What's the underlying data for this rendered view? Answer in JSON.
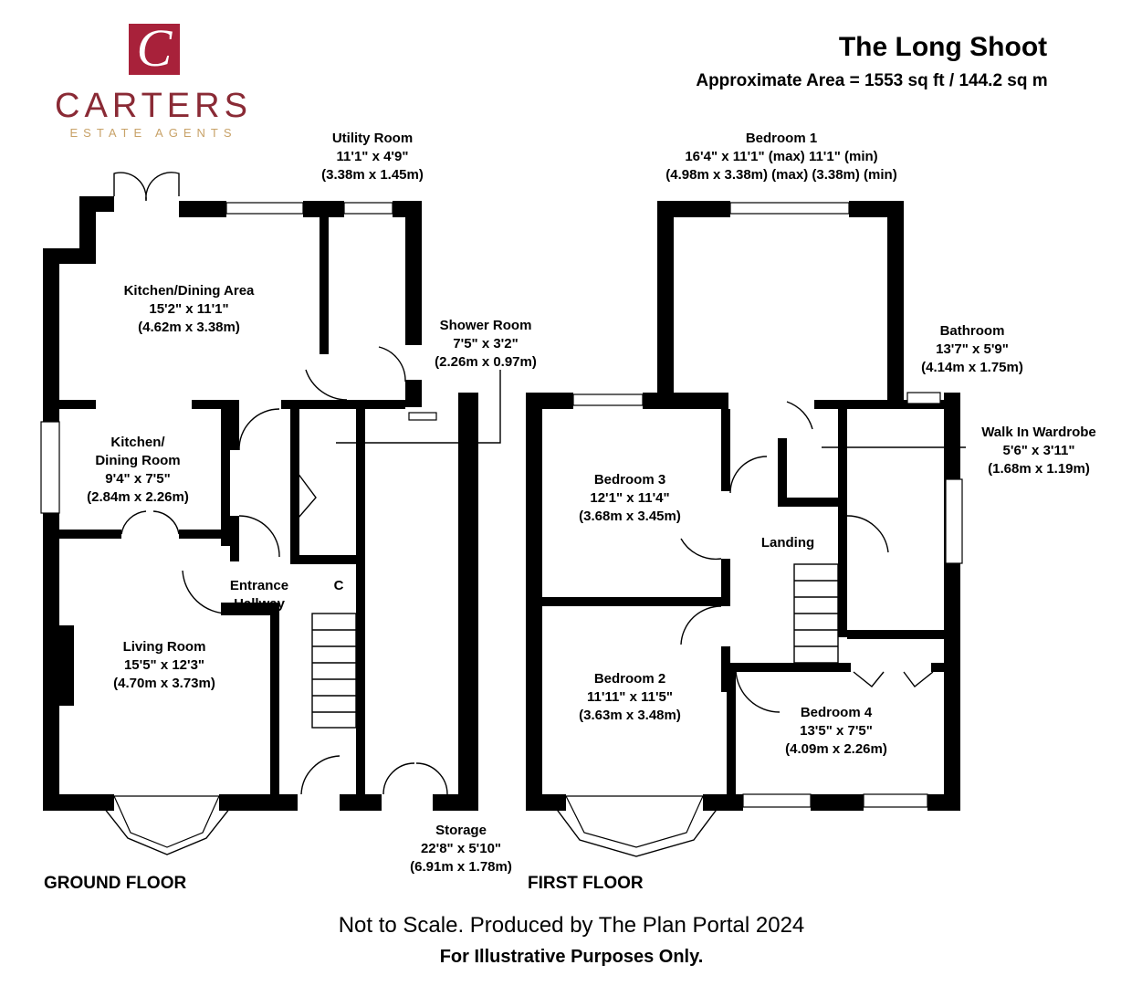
{
  "brand": {
    "logo_letter": "C",
    "name": "CARTERS",
    "tagline": "ESTATE AGENTS",
    "colors": {
      "logo_red": "#a8213a",
      "name": "#8a2a35",
      "tagline": "#c8a268"
    }
  },
  "header": {
    "title": "The Long Shoot",
    "area": "Approximate Area = 1553 sq ft / 144.2 sq m"
  },
  "ground_floor": {
    "label": "GROUND FLOOR",
    "rooms": {
      "utility": {
        "name": "Utility Room",
        "imperial": "11'1\" x 4'9\"",
        "metric": "(3.38m x 1.45m)"
      },
      "kitchen_dining_area": {
        "name": "Kitchen/Dining Area",
        "imperial": "15'2\" x 11'1\"",
        "metric": "(4.62m x 3.38m)"
      },
      "shower": {
        "name": "Shower Room",
        "imperial": "7'5\" x 3'2\"",
        "metric": "(2.26m x 0.97m)"
      },
      "kitchen_dining_room": {
        "name1": "Kitchen/",
        "name2": "Dining Room",
        "imperial": "9'4\" x 7'5\"",
        "metric": "(2.84m x 2.26m)"
      },
      "entrance": {
        "name1": "Entrance",
        "name2": "Hallway"
      },
      "cupboard": {
        "name": "C"
      },
      "living": {
        "name": "Living Room",
        "imperial": "15'5\" x 12'3\"",
        "metric": "(4.70m x 3.73m)"
      },
      "storage": {
        "name": "Storage",
        "imperial": "22'8\" x 5'10\"",
        "metric": "(6.91m x 1.78m)"
      }
    }
  },
  "first_floor": {
    "label": "FIRST FLOOR",
    "rooms": {
      "bedroom1": {
        "name": "Bedroom 1",
        "imperial": "16'4\" x 11'1\" (max) 11'1\" (min)",
        "metric": "(4.98m x 3.38m) (max) (3.38m) (min)"
      },
      "bathroom": {
        "name": "Bathroom",
        "imperial": "13'7\" x 5'9\"",
        "metric": "(4.14m x 1.75m)"
      },
      "wardrobe": {
        "name": "Walk In Wardrobe",
        "imperial": "5'6\" x 3'11\"",
        "metric": "(1.68m x 1.19m)"
      },
      "bedroom3": {
        "name": "Bedroom 3",
        "imperial": "12'1\" x 11'4\"",
        "metric": "(3.68m x 3.45m)"
      },
      "landing": {
        "name": "Landing"
      },
      "bedroom2": {
        "name": "Bedroom 2",
        "imperial": "11'11\" x 11'5\"",
        "metric": "(3.63m x 3.48m)"
      },
      "bedroom4": {
        "name": "Bedroom 4",
        "imperial": "13'5\" x 7'5\"",
        "metric": "(4.09m x 2.26m)"
      }
    }
  },
  "footer": {
    "line1": "Not to Scale. Produced by The Plan Portal 2024",
    "line2": "For Illustrative Purposes Only."
  }
}
